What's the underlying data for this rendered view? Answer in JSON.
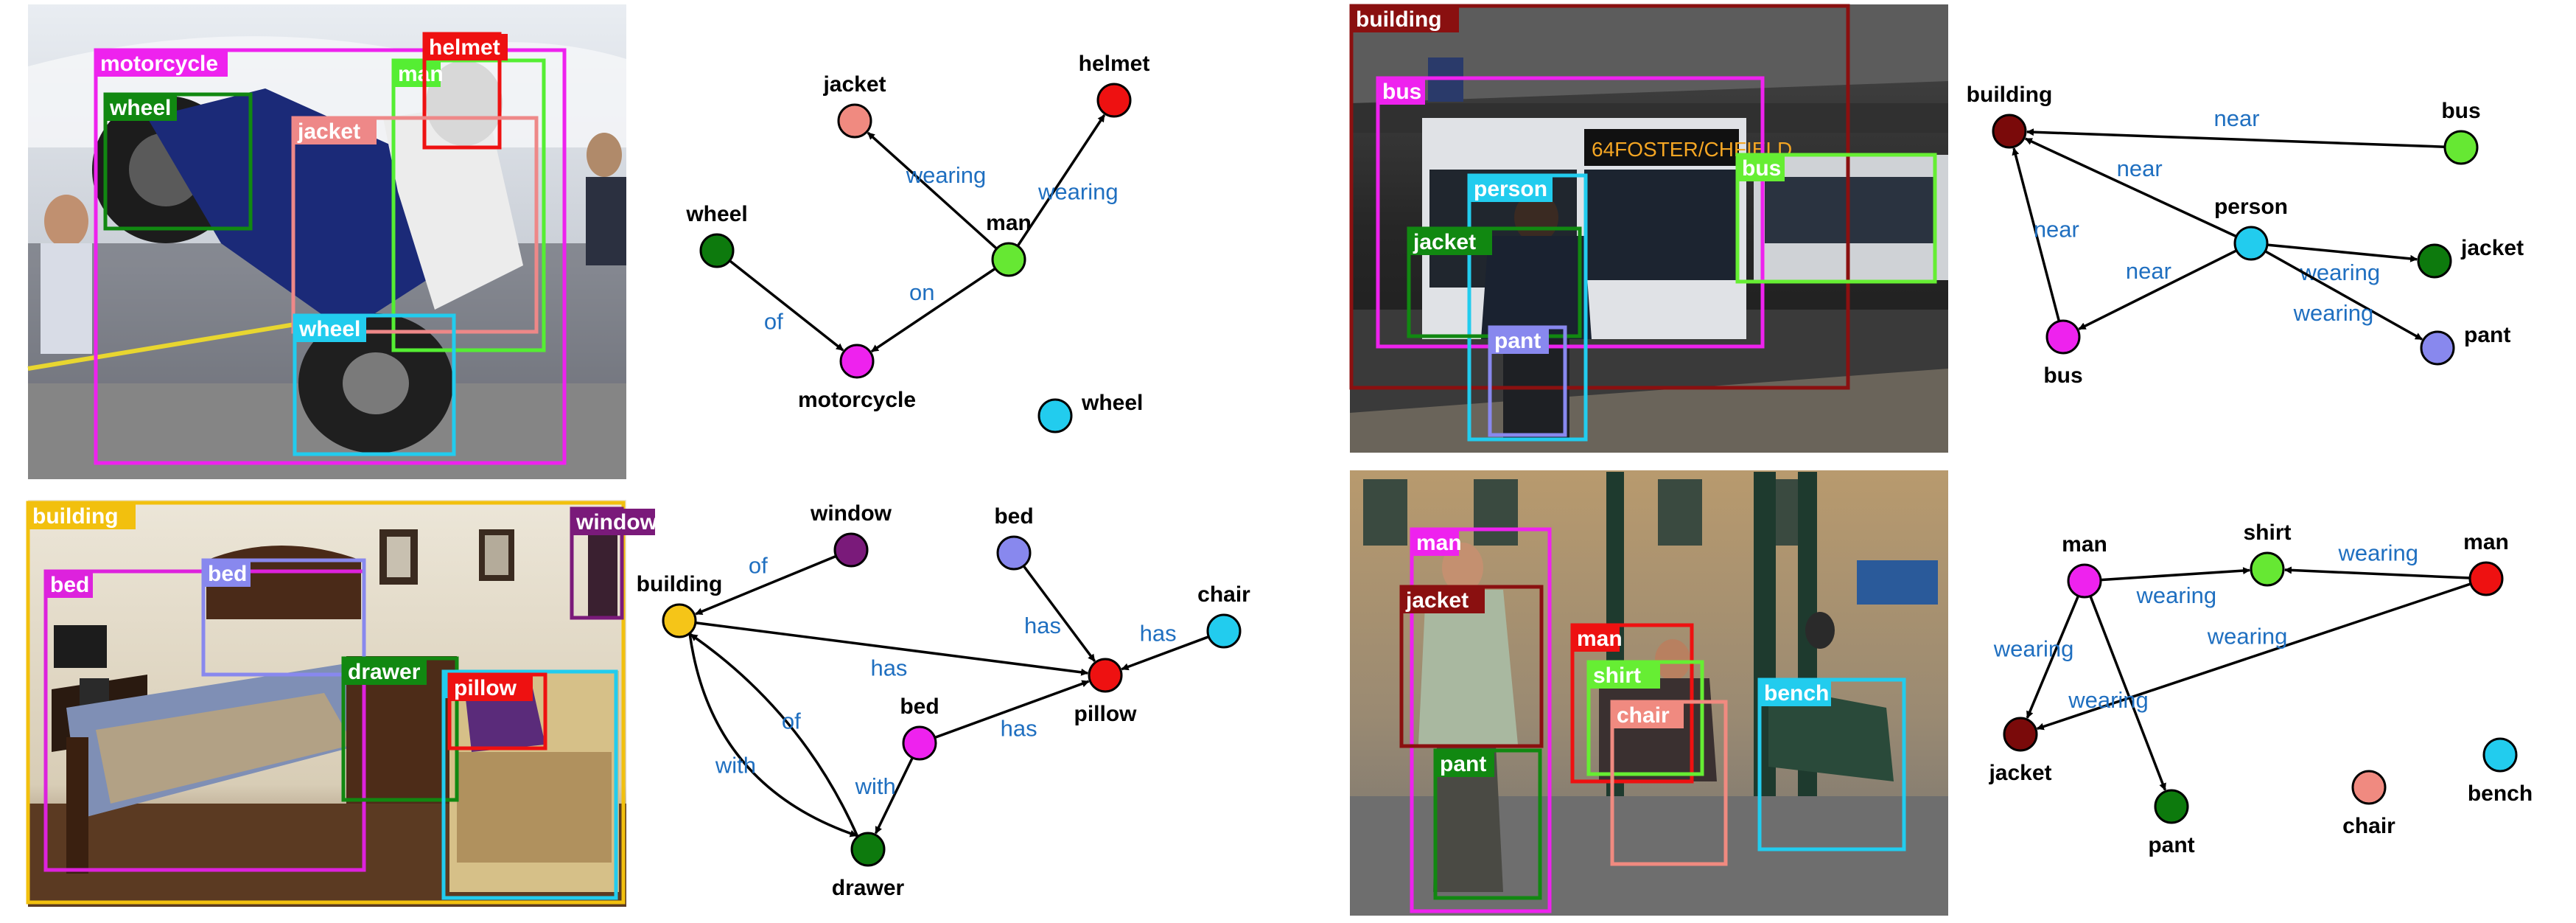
{
  "panels": [
    {
      "id": "moto",
      "photo": {
        "theme": "outdoor-event",
        "boxes": [
          {
            "label": "motorcycle",
            "color": "#ee22ee"
          },
          {
            "label": "wheel",
            "color": "#118811"
          },
          {
            "label": "man",
            "color": "#55ee33"
          },
          {
            "label": "helmet",
            "color": "#ee1111"
          },
          {
            "label": "jacket",
            "color": "#ee8888"
          },
          {
            "label": "wheel",
            "color": "#22ccee"
          }
        ]
      },
      "graph": {
        "nodes": [
          {
            "id": "jacket",
            "label": "jacket",
            "color": "#f08a80"
          },
          {
            "id": "helmet",
            "label": "helmet",
            "color": "#ee1111"
          },
          {
            "id": "man",
            "label": "man",
            "color": "#66e833"
          },
          {
            "id": "wheel1",
            "label": "wheel",
            "color": "#0d7a0d"
          },
          {
            "id": "motorcycle",
            "label": "motorcycle",
            "color": "#ee22ee"
          },
          {
            "id": "wheel2",
            "label": "wheel",
            "color": "#22ccee"
          }
        ],
        "edges": [
          {
            "from": "man",
            "to": "jacket",
            "label": "wearing"
          },
          {
            "from": "man",
            "to": "helmet",
            "label": "wearing"
          },
          {
            "from": "wheel1",
            "to": "motorcycle",
            "label": "of"
          },
          {
            "from": "man",
            "to": "motorcycle",
            "label": "on"
          }
        ]
      }
    },
    {
      "id": "bedroom",
      "photo": {
        "theme": "bedroom",
        "boxes": [
          {
            "label": "building",
            "color": "#f2c00e"
          },
          {
            "label": "window",
            "color": "#7a1a7a"
          },
          {
            "label": "bed",
            "color": "#dd22dd"
          },
          {
            "label": "bed",
            "color": "#8888ee"
          },
          {
            "label": "drawer",
            "color": "#118811"
          },
          {
            "label": "chair",
            "color": "#22ccee"
          },
          {
            "label": "pillow",
            "color": "#ee1111"
          }
        ]
      },
      "graph": {
        "nodes": [
          {
            "id": "window",
            "label": "window",
            "color": "#7a1a7a"
          },
          {
            "id": "bed1",
            "label": "bed",
            "color": "#8888ee"
          },
          {
            "id": "building",
            "label": "building",
            "color": "#f5c518"
          },
          {
            "id": "chair",
            "label": "chair",
            "color": "#22ccee"
          },
          {
            "id": "pillow",
            "label": "pillow",
            "color": "#ee1111"
          },
          {
            "id": "bed2",
            "label": "bed",
            "color": "#ee22ee"
          },
          {
            "id": "drawer",
            "label": "drawer",
            "color": "#0d7a0d"
          }
        ],
        "edges": [
          {
            "from": "window",
            "to": "building",
            "label": "of"
          },
          {
            "from": "building",
            "to": "pillow",
            "label": "has"
          },
          {
            "from": "bed1",
            "to": "pillow",
            "label": "has"
          },
          {
            "from": "chair",
            "to": "pillow",
            "label": "has"
          },
          {
            "from": "bed2",
            "to": "pillow",
            "label": "has"
          },
          {
            "from": "bed2",
            "to": "drawer",
            "label": "with"
          },
          {
            "from": "building",
            "to": "drawer",
            "label": "with"
          },
          {
            "from": "drawer",
            "to": "building",
            "label": "of"
          }
        ]
      }
    },
    {
      "id": "bus",
      "photo": {
        "theme": "bus-station",
        "boxes": [
          {
            "label": "building",
            "color": "#8a1010"
          },
          {
            "label": "bus",
            "color": "#ee22ee"
          },
          {
            "label": "bus",
            "color": "#66ee33"
          },
          {
            "label": "person",
            "color": "#22ccee"
          },
          {
            "label": "jacket",
            "color": "#118811"
          },
          {
            "label": "pant",
            "color": "#8888ee"
          }
        ]
      },
      "graph": {
        "nodes": [
          {
            "id": "building",
            "label": "building",
            "color": "#7a0a0a"
          },
          {
            "id": "bus1",
            "label": "bus",
            "color": "#66e833"
          },
          {
            "id": "person",
            "label": "person",
            "color": "#22ccee"
          },
          {
            "id": "jacket",
            "label": "jacket",
            "color": "#0d7a0d"
          },
          {
            "id": "bus2",
            "label": "bus",
            "color": "#ee22ee"
          },
          {
            "id": "pant",
            "label": "pant",
            "color": "#8888ee"
          }
        ],
        "edges": [
          {
            "from": "bus1",
            "to": "building",
            "label": "near"
          },
          {
            "from": "person",
            "to": "building",
            "label": "near"
          },
          {
            "from": "bus2",
            "to": "building",
            "label": "near"
          },
          {
            "from": "person",
            "to": "bus2",
            "label": "near"
          },
          {
            "from": "person",
            "to": "jacket",
            "label": "wearing"
          },
          {
            "from": "person",
            "to": "pant",
            "label": "wearing"
          }
        ]
      }
    },
    {
      "id": "street",
      "photo": {
        "theme": "street",
        "boxes": [
          {
            "label": "man",
            "color": "#ee22ee"
          },
          {
            "label": "jacket",
            "color": "#8a1010"
          },
          {
            "label": "man",
            "color": "#ee1111"
          },
          {
            "label": "shirt",
            "color": "#66ee33"
          },
          {
            "label": "bench",
            "color": "#22ccee"
          },
          {
            "label": "pant",
            "color": "#118811"
          },
          {
            "label": "chair",
            "color": "#f08a80"
          }
        ]
      },
      "graph": {
        "nodes": [
          {
            "id": "man1",
            "label": "man",
            "color": "#ee22ee"
          },
          {
            "id": "shirt",
            "label": "shirt",
            "color": "#66e833"
          },
          {
            "id": "man2",
            "label": "man",
            "color": "#ee1111"
          },
          {
            "id": "jacket",
            "label": "jacket",
            "color": "#7a0a0a"
          },
          {
            "id": "pant",
            "label": "pant",
            "color": "#0d7a0d"
          },
          {
            "id": "chair",
            "label": "chair",
            "color": "#f08a80"
          },
          {
            "id": "bench",
            "label": "bench",
            "color": "#22ccee"
          }
        ],
        "edges": [
          {
            "from": "man1",
            "to": "shirt",
            "label": "wearing"
          },
          {
            "from": "man2",
            "to": "shirt",
            "label": "wearing"
          },
          {
            "from": "man1",
            "to": "jacket",
            "label": "wearing"
          },
          {
            "from": "man2",
            "to": "jacket",
            "label": "wearing"
          },
          {
            "from": "man1",
            "to": "pant",
            "label": "wearing"
          }
        ]
      }
    }
  ]
}
